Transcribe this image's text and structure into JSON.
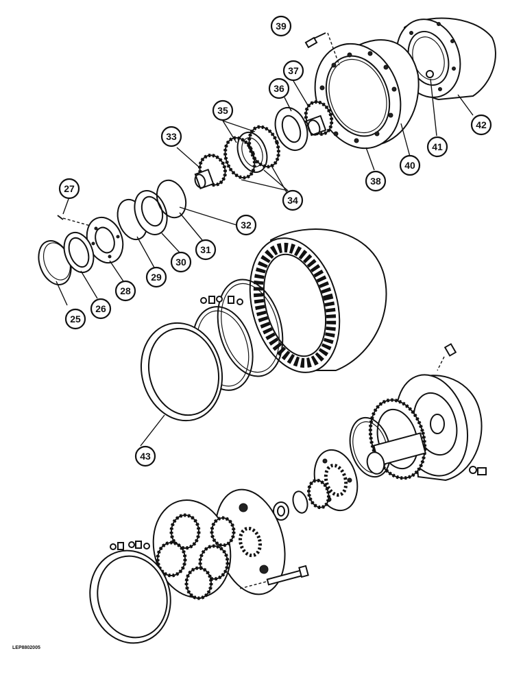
{
  "figure": {
    "reference_code": "LEP8802005"
  },
  "callouts": [
    {
      "id": "25",
      "label": "25"
    },
    {
      "id": "26",
      "label": "26"
    },
    {
      "id": "27",
      "label": "27"
    },
    {
      "id": "28",
      "label": "28"
    },
    {
      "id": "29",
      "label": "29"
    },
    {
      "id": "30",
      "label": "30"
    },
    {
      "id": "31",
      "label": "31"
    },
    {
      "id": "32",
      "label": "32"
    },
    {
      "id": "33",
      "label": "33"
    },
    {
      "id": "34",
      "label": "34"
    },
    {
      "id": "35",
      "label": "35"
    },
    {
      "id": "36",
      "label": "36"
    },
    {
      "id": "37",
      "label": "37"
    },
    {
      "id": "38",
      "label": "38"
    },
    {
      "id": "39",
      "label": "39"
    },
    {
      "id": "40",
      "label": "40"
    },
    {
      "id": "41",
      "label": "41"
    },
    {
      "id": "42",
      "label": "42"
    },
    {
      "id": "43",
      "label": "43"
    }
  ]
}
